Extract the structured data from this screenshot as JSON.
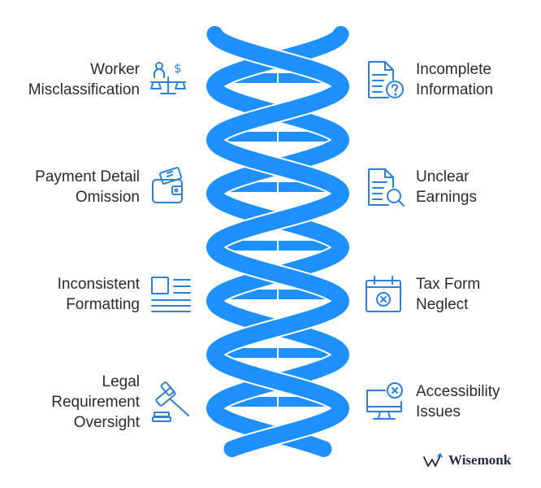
{
  "colors": {
    "helix": "#1e90ff",
    "icon": "#2e7fd6",
    "text": "#2a2a2a",
    "brand": "#1f2a44"
  },
  "left_items": [
    {
      "label": "Worker\nMisclassification",
      "icon": "scale-with-person-and-dollar-icon"
    },
    {
      "label": "Payment Detail\nOmission",
      "icon": "wallet-with-cash-icon"
    },
    {
      "label": "Inconsistent\nFormatting",
      "icon": "layout-document-icon"
    },
    {
      "label": "Legal\nRequirement\nOversight",
      "icon": "gavel-icon"
    }
  ],
  "right_items": [
    {
      "label": "Incomplete\nInformation",
      "icon": "document-question-icon"
    },
    {
      "label": "Unclear\nEarnings",
      "icon": "document-search-icon"
    },
    {
      "label": "Tax Form\nNeglect",
      "icon": "calendar-cancel-icon"
    },
    {
      "label": "Accessibility\nIssues",
      "icon": "monitor-error-icon"
    }
  ],
  "brand": {
    "name": "Wisemonk",
    "icon": "wisemonk-logo-icon"
  }
}
